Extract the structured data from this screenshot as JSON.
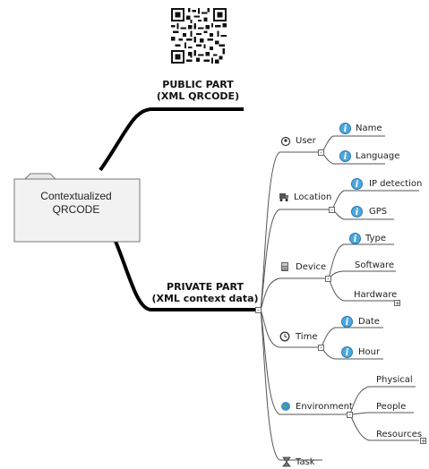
{
  "root": {
    "label_line1": "Contextualized",
    "label_line2": "QRCODE"
  },
  "public": {
    "line1": "PUBLIC PART",
    "line2": "(XML QRCODE)"
  },
  "private": {
    "line1": "PRIVATE  PART",
    "line2": "(XML context data)"
  },
  "categories": {
    "user": {
      "label": "User",
      "icon": "user-icon",
      "children": [
        "Name",
        "Language"
      ]
    },
    "location": {
      "label": "Location",
      "icon": "location-icon",
      "children": [
        "IP detection",
        "GPS"
      ]
    },
    "device": {
      "label": "Device",
      "icon": "device-icon",
      "children": [
        "Type",
        "Software",
        "Hardware"
      ]
    },
    "time": {
      "label": "Time",
      "icon": "clock-icon",
      "children": [
        "Date",
        "Hour"
      ]
    },
    "environment": {
      "label": "Environment",
      "icon": "globe-icon",
      "children": [
        "Physical",
        "People",
        "Resources"
      ]
    },
    "task": {
      "label": "Task",
      "icon": "hourglass-icon"
    }
  },
  "toggles": {
    "collapse": "-",
    "expand": "+"
  },
  "colors": {
    "branch": "#000000",
    "line": "#555555",
    "info": "#4aa8dc",
    "folder": "#f2f2f2"
  }
}
